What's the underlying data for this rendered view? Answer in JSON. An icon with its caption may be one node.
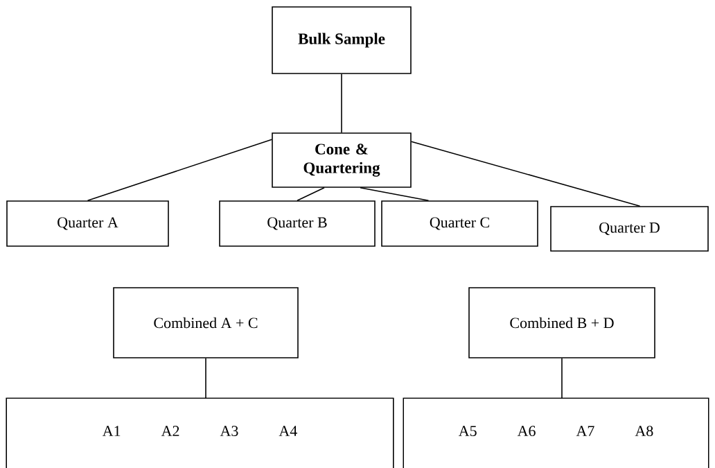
{
  "diagram": {
    "nodes": [
      {
        "text": [
          "Bulk Sample"
        ]
      },
      {
        "text": [
          "Cone & Quartering"
        ]
      },
      {
        "text": [
          "Quarter A"
        ]
      },
      {
        "text": [
          "Quarter B"
        ]
      },
      {
        "text": [
          "Quarter C"
        ]
      },
      {
        "text": [
          "Quarter D"
        ]
      },
      {
        "text": [
          "Combined A + C"
        ]
      },
      {
        "text": [
          "Combined B + D"
        ]
      },
      {
        "text": [
          "A1",
          "A2",
          "A3",
          "A4"
        ]
      },
      {
        "text": [
          "A5",
          "A6",
          "A7",
          "A8"
        ]
      }
    ],
    "edges": [
      {
        "from": 0,
        "to": 1,
        "arrow": "none"
      },
      {
        "from": 1,
        "to": 2,
        "arrow": "none"
      },
      {
        "from": 1,
        "to": 3,
        "arrow": "none"
      },
      {
        "from": 1,
        "to": 4,
        "arrow": "none"
      },
      {
        "from": 1,
        "to": 5,
        "arrow": "none"
      },
      {
        "from": 6,
        "to": 8,
        "arrow": "none"
      },
      {
        "from": 7,
        "to": 9,
        "arrow": "none"
      }
    ]
  }
}
